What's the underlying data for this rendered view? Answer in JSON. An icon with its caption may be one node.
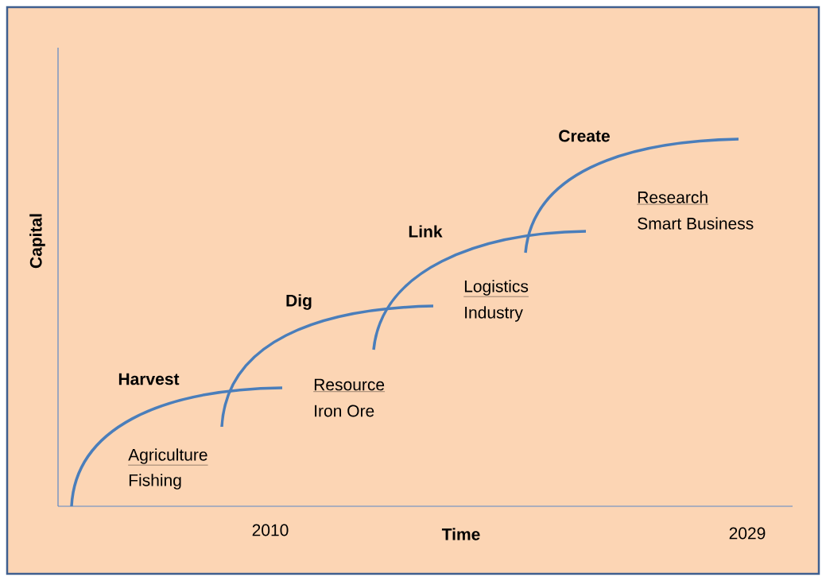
{
  "diagram": {
    "labels": [
      "Create",
      "Research",
      "Smart Business",
      "Capital",
      "Link",
      "Logistics",
      "Industry",
      "Dig",
      "Resource",
      "Iron Ore",
      "Harvest",
      "Agriculture",
      "Fishing",
      "2010",
      "Time",
      "2029"
    ]
  }
}
